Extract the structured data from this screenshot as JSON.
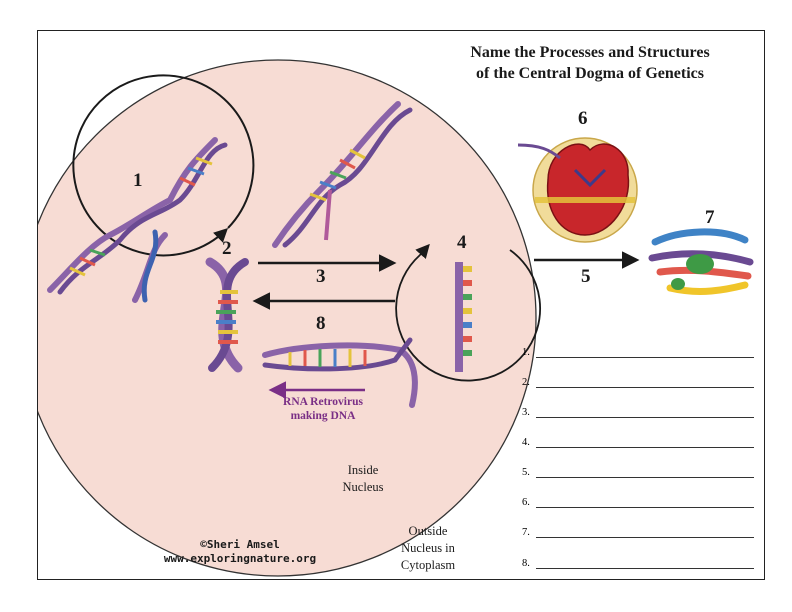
{
  "title": {
    "line1": "Name the Processes and Structures",
    "line2": "of the Central Dogma of Genetics"
  },
  "diagram_labels": {
    "n1": "1",
    "n2": "2",
    "n3": "3",
    "n4": "4",
    "n5": "5",
    "n6": "6",
    "n7": "7",
    "n8": "8"
  },
  "retrovirus_caption": {
    "line1": "RNA Retrovirus",
    "line2": "making DNA"
  },
  "regions": {
    "inside_line1": "Inside",
    "inside_line2": "Nucleus",
    "outside_line1": "Outside",
    "outside_line2": "Nucleus in",
    "outside_line3": "Cytoplasm"
  },
  "credit": {
    "line1": "©Sheri Amsel",
    "line2": "www.exploringnature.org"
  },
  "answer_blanks": [
    "1.",
    "2.",
    "3.",
    "4.",
    "5.",
    "6.",
    "7.",
    "8."
  ],
  "colors": {
    "nucleus_fill": "#f7dcd4",
    "dna_backbone": "#8a63a8",
    "retrovirus_arrow": "#7a2f86",
    "ribosome": "#c8262b",
    "ribosome_backdrop": "#f1dc9a"
  },
  "icons": [
    "dna-double-helix",
    "mrna-strand",
    "ribosome",
    "folded-protein",
    "process-arrow"
  ]
}
